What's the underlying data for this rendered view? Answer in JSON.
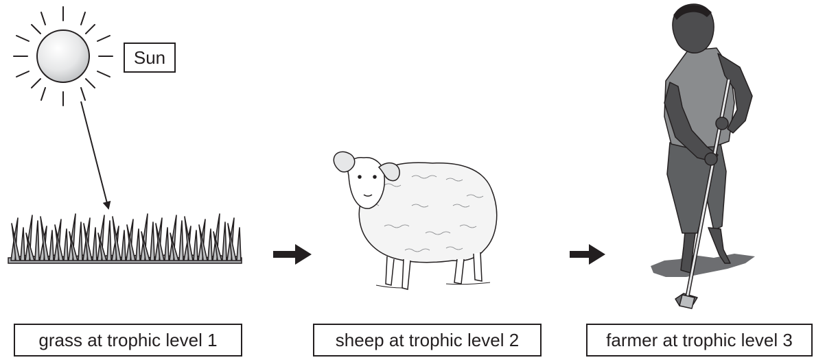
{
  "labels": {
    "sun": "Sun",
    "grass": "grass at trophic level 1",
    "sheep": "sheep at trophic level 2",
    "farmer": "farmer at trophic level 3"
  },
  "colors": {
    "ink": "#231f20",
    "grass_fill": "#a7a9ac",
    "sun_fill": "#e6e7e8",
    "farmer_skin": "#4d4d4f",
    "farmer_shirt": "#8a8c8e",
    "farmer_trousers": "#5e6062"
  }
}
